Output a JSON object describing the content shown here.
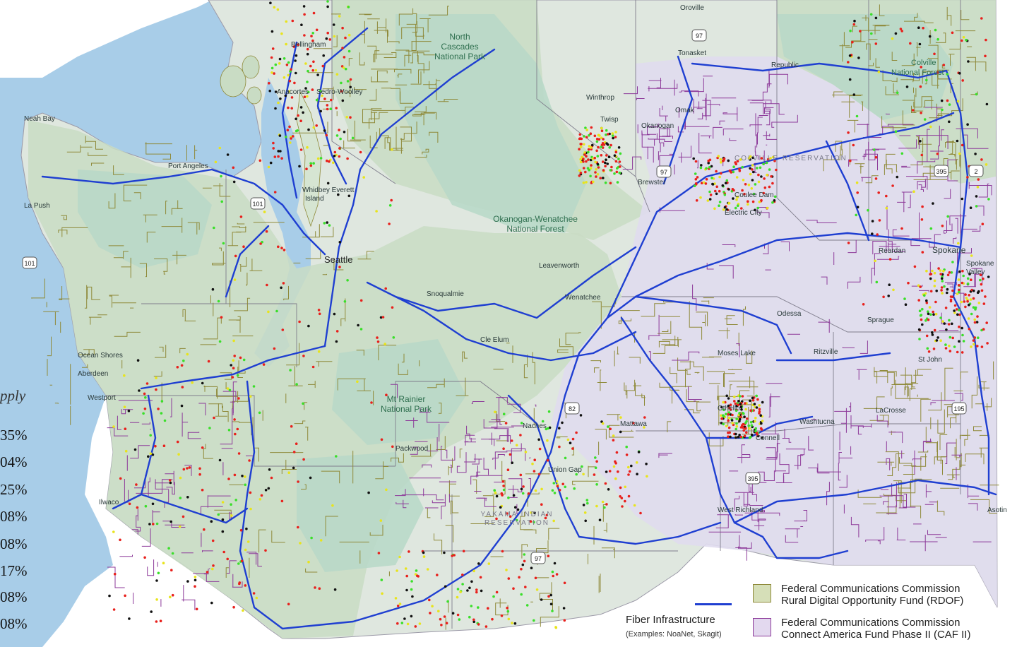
{
  "map": {
    "colors": {
      "water": "#a8cde8",
      "land": "#e6eae9",
      "rdof_fill": "#c9dcc4",
      "caf_fill": "#e0dcee",
      "forest": "#b7d8c8",
      "fiber": "#1f3fd1",
      "rdof_line": "#8f8a3a",
      "caf_line": "#8d3a9a",
      "dot_red": "#e8201c",
      "dot_green": "#3adf2a",
      "dot_yellow": "#e8e41c",
      "dot_black": "#111111"
    },
    "places": {
      "oroville": "Oroville",
      "bellingham": "Bellingham",
      "north_cascades": [
        "North",
        "Cascades",
        "National Park"
      ],
      "tonasket": "Tonasket",
      "republic": "Republic",
      "colville": [
        "Colville",
        "National Forest"
      ],
      "anacortes": "Anacortes",
      "sedro_woolley": "Sedro-Woolley",
      "winthrop": "Winthrop",
      "twisp": "Twisp",
      "omak": "Omak",
      "okanogan": "Okanogan",
      "neah_bay": "Neah Bay",
      "port_angeles": "Port Angeles",
      "colville_reservation": "COLVILLE RESERVATION",
      "brewster": "Brewster",
      "la_push": "La Push",
      "whidbey": [
        "Whidbey Everett",
        "Island"
      ],
      "coulee_dam": "Coulee Dam",
      "electric_city": "Electric City",
      "okanogan_wenatchee": [
        "Okanogan-Wenatchee",
        "National Forest"
      ],
      "seattle": "Seattle",
      "reardan": "Reardan",
      "spokane": "Spokane",
      "spokane_valley": [
        "Spokane",
        "Valley"
      ],
      "leavenworth": "Leavenworth",
      "wenatchee": "Wenatchee",
      "snoqualmie": "Snoqualmie",
      "odessa": "Odessa",
      "sprague": "Sprague",
      "cle_elum": "Cle Elum",
      "moses_lake": "Moses Lake",
      "ritzville": "Ritzville",
      "st_john": "St John",
      "ocean_shores": "Ocean Shores",
      "aberdeen": "Aberdeen",
      "westport": "Westport",
      "mt_rainier": [
        "Mt Rainier",
        "National Park"
      ],
      "othello": "Othello",
      "lacrosse": "LaCrosse",
      "washtucna": "Washtucna",
      "connell": "Connell",
      "mattawa": "Mattawa",
      "packwood": "Packwood",
      "naches": "Naches",
      "union_gap": "Union Gap",
      "yakama": [
        "YAKAMA INDIAN",
        "RESERVATION"
      ],
      "west_richland": "West Richland",
      "asotin": "Asotin",
      "ilwaco": "Ilwaco"
    },
    "highways": [
      "97",
      "97",
      "2",
      "395",
      "101",
      "101",
      "395",
      "82",
      "97",
      "195"
    ]
  },
  "percentages": {
    "label": "pply",
    "items": [
      "35%",
      "04%",
      "25%",
      "08%",
      "08%",
      "17%",
      "08%",
      "08%"
    ]
  },
  "legend": {
    "fiber_title": "Fiber Infrastructure",
    "fiber_note": "(Examples: NoaNet, Skagit)",
    "rdof_line1": "Federal Communications Commission",
    "rdof_line2": "Rural Digital Opportunity Fund (RDOF)",
    "caf_line1": "Federal Communications Commission",
    "caf_line2": "Connect America Fund Phase II (CAF II)"
  }
}
